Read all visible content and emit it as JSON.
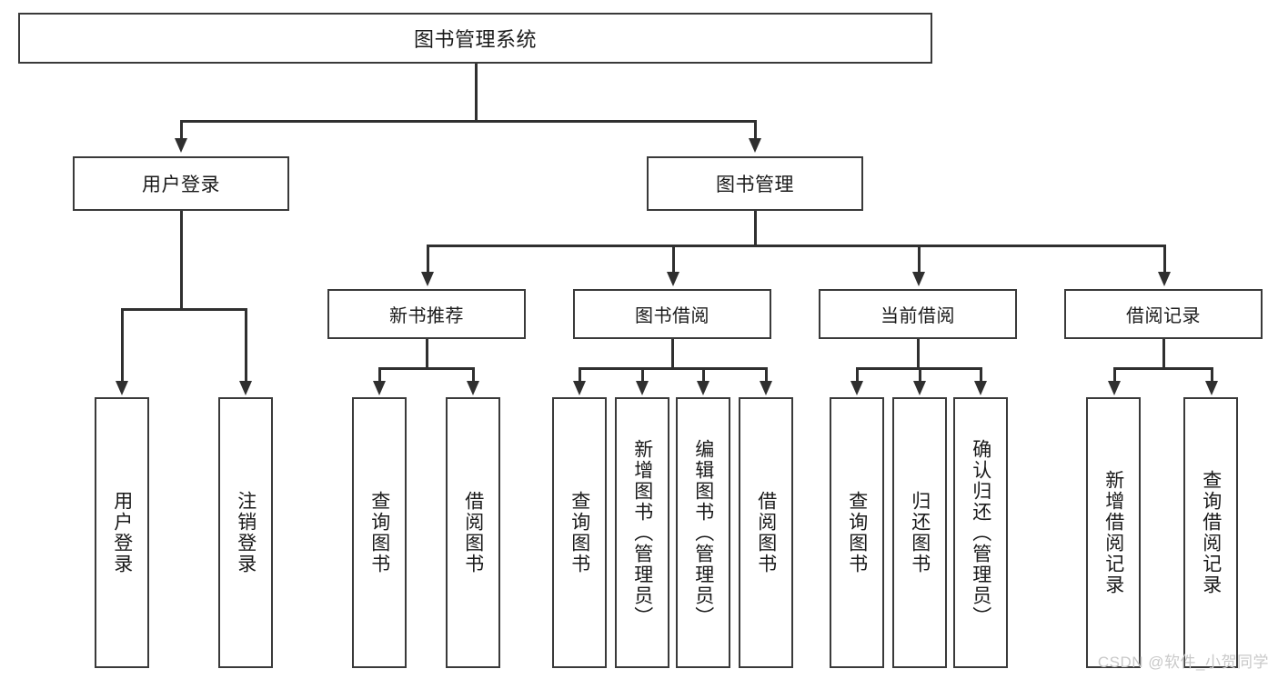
{
  "diagram": {
    "title": "图书管理系统",
    "type": "tree-hierarchy-chart",
    "root": {
      "id": "root",
      "label": "图书管理系统"
    },
    "level2": [
      {
        "id": "user-login",
        "label": "用户登录"
      },
      {
        "id": "book-manage",
        "label": "图书管理"
      }
    ],
    "level3": [
      {
        "id": "new-book-recommend",
        "label": "新书推荐"
      },
      {
        "id": "book-borrow",
        "label": "图书借阅"
      },
      {
        "id": "current-borrow",
        "label": "当前借阅"
      },
      {
        "id": "borrow-record",
        "label": "借阅记录"
      }
    ],
    "leaves": {
      "user_login": [
        {
          "id": "leaf-user-login",
          "label": "用户登录"
        },
        {
          "id": "leaf-logout-login",
          "label": "注销登录"
        }
      ],
      "new_book_recommend": [
        {
          "id": "leaf-query-book-1",
          "label": "查询图书"
        },
        {
          "id": "leaf-borrow-book-1",
          "label": "借阅图书"
        }
      ],
      "book_borrow": [
        {
          "id": "leaf-query-book-2",
          "label": "查询图书"
        },
        {
          "id": "leaf-add-book",
          "label": "新增图书（管理员）"
        },
        {
          "id": "leaf-edit-book",
          "label": "编辑图书（管理员）"
        },
        {
          "id": "leaf-borrow-book-2",
          "label": "借阅图书"
        }
      ],
      "current_borrow": [
        {
          "id": "leaf-query-book-3",
          "label": "查询图书"
        },
        {
          "id": "leaf-return-book",
          "label": "归还图书"
        },
        {
          "id": "leaf-confirm-return",
          "label": "确认归还（管理员）"
        }
      ],
      "borrow_record": [
        {
          "id": "leaf-add-record",
          "label": "新增借阅记录"
        },
        {
          "id": "leaf-query-record",
          "label": "查询借阅记录"
        }
      ]
    }
  },
  "watermark": {
    "text": "CSDN @软件_小贺同学"
  },
  "colors": {
    "box_border": "#3a3a3a",
    "connector": "#2f2f2f",
    "text": "#1a1a1a",
    "background": "#ffffff",
    "watermark": "#c9c9c9"
  }
}
